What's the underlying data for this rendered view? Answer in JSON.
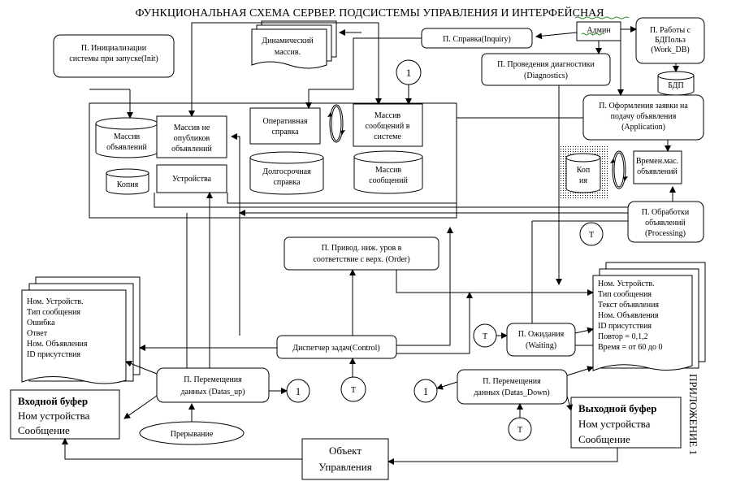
{
  "title": "ФУНКЦИОНАЛЬНАЯ СХЕМА СЕРВЕР. ПОДСИСТЕМЫ УПРАВЛЕНИЯ И ИНТЕРФЕЙСНАЯ",
  "side_label": "ПРИЛОЖЕНИЕ 1",
  "init": {
    "line1": "П. Инициализации",
    "line2": "системы при запуске(Init)"
  },
  "dynamic_array": {
    "line1": "Динамический",
    "line2": "массив."
  },
  "inquiry": "П. Справка(Inquiry)",
  "admin": "Админ",
  "work_db": {
    "line1": "П. Работы с",
    "line2": "БДПольз",
    "line3": "(Work_DB)"
  },
  "bdp": "БДП",
  "diagnostics": {
    "line1": "П. Проведения диагностики",
    "line2": "(Diagnostics)"
  },
  "connector_label": "1",
  "timer_label": "T",
  "application": {
    "line1": "П. Оформления заявки на",
    "line2": "подачу объявления",
    "line3": "(Application)"
  },
  "ads_array": {
    "line1": "Массив",
    "line2": "объявлений"
  },
  "unpublished": {
    "line1": "Массив не",
    "line2": "опубликов",
    "line3": "объявлений"
  },
  "copy_left": "Копия",
  "devices": "Устройства",
  "operative_help": {
    "line1": "Оперативная",
    "line2": "справка"
  },
  "messages_in_system": {
    "line1": "Массив",
    "line2": "сообщений в",
    "line3": "системе"
  },
  "long_help": {
    "line1": "Долгосрочная",
    "line2": "справка"
  },
  "messages_array": {
    "line1": "Массив",
    "line2": "сообщений"
  },
  "copy_right": {
    "line1": "Коп",
    "line2": "ия"
  },
  "temp_array": {
    "line1": "Времен.мас.",
    "line2": "объявлений"
  },
  "processing": {
    "line1": "П. Обработки",
    "line2": "объявлений",
    "line3": "(Processing)"
  },
  "order": {
    "line1": "П. Привод. ниж. уров в",
    "line2": "соответствие с верх. (Order)"
  },
  "left_doc": [
    "Ном. Устройств.",
    "Тип сообщения",
    "Ошибка",
    "Ответ",
    "Ном. Объявления",
    "ID присутствия"
  ],
  "right_doc": [
    "Ном. Устройств.",
    "Тип сообщения",
    "Текст объявления",
    "Ном. Объявления",
    "ID присутствия",
    "Повтор = 0,1,2",
    "Время = от 60  до 0"
  ],
  "control": "Диспетчер задач(Control)",
  "waiting": {
    "line1": "П. Ожидания",
    "line2": "(Waiting)"
  },
  "datas_up": {
    "line1": "П. Перемещения",
    "line2": "данных (Datas_up)"
  },
  "datas_down": {
    "line1": "П. Перемещения",
    "line2": "данных (Datas_Down)"
  },
  "input_buffer": {
    "title": "Входной буфер",
    "line1": "Ном устройства",
    "line2": "Сообщение"
  },
  "output_buffer": {
    "title": "Выходной буфер",
    "line1": "Ном устройства",
    "line2": "Сообщение"
  },
  "interrupt": "Прерывание",
  "control_object": {
    "line1": "Объект",
    "line2": "Управления"
  }
}
